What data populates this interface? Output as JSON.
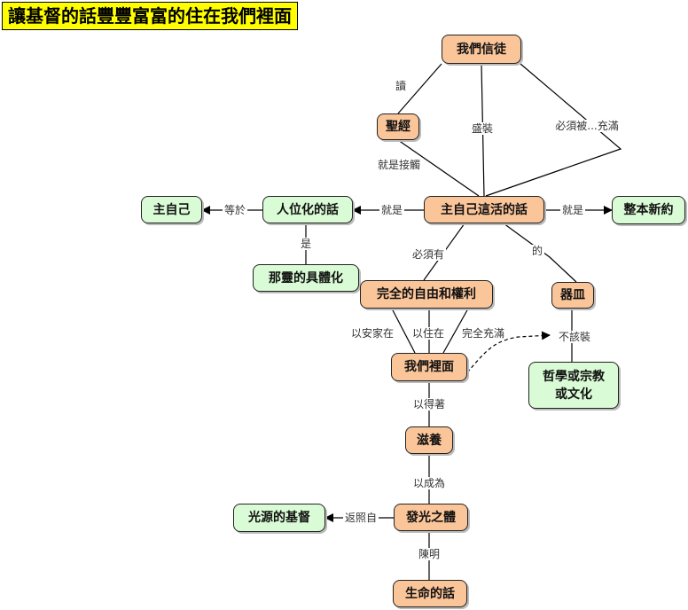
{
  "title": "讓基督的話豐豐富富的住在我們裡面",
  "nodes": {
    "believers": "我們信徒",
    "bible": "聖經",
    "living_word": "主自己這活的話",
    "personified_word": "人位化的話",
    "lord_himself": "主自己",
    "whole_nt": "整本新約",
    "spirit_embodiment": "那靈的具體化",
    "freedom_right": "完全的自由和權利",
    "vessel": "器皿",
    "within_us": "我們裡面",
    "philosophy_religion": "哲學或宗教\n或文化",
    "nourish": "滋養",
    "shining_body": "發光之體",
    "christ_source": "光源的基督",
    "word_of_life": "生命的話"
  },
  "labels": {
    "read": "讀",
    "contain": "盛裝",
    "must_be_filled": "必須被...充滿",
    "is_contact": "就是接觸",
    "equals": "等於",
    "is_left": "就是",
    "is_right": "就是",
    "is": "是",
    "must_have": "必須有",
    "of": "的",
    "settle": "以安家在",
    "dwell": "以住在",
    "fill": "完全充滿",
    "should_not": "不該裝",
    "to_get": "以得著",
    "to_become": "以成為",
    "reflect_from": "返照自",
    "display": "陳明"
  }
}
